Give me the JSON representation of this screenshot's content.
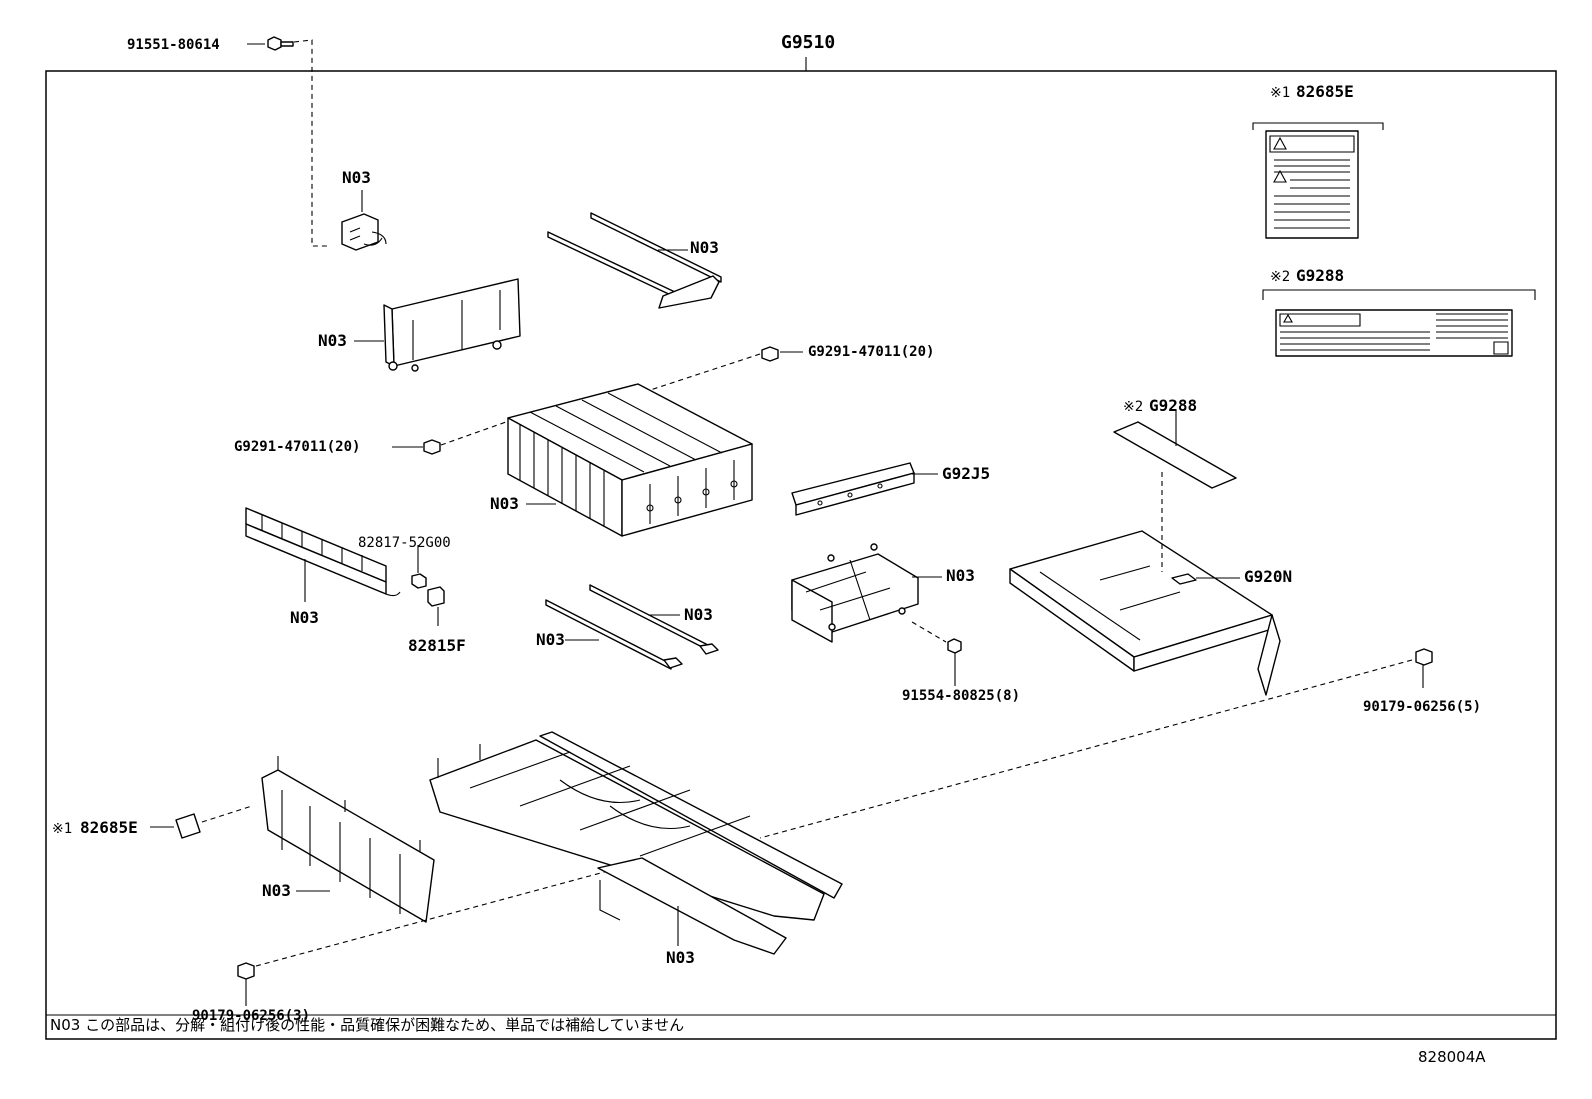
{
  "assembly_label": "G9510",
  "labels": {
    "bolt_top": "91551-80614",
    "n03_clip": "N03",
    "n03_rods_top": "N03",
    "n03_upper_plate": "N03",
    "nut_upper_right": "G9291-47011(20)",
    "nut_left": "G9291-47011(20)",
    "n03_battery_stack": "N03",
    "g92j5": "G92J5",
    "n03_side_bracket": "N03",
    "g920n": "G920N",
    "n03_bus_bar": "N03",
    "connector_82817": "82817-52G00",
    "connector_82815": "82815F",
    "n03_rods_bottom_right": "N03",
    "n03_rods_bottom_left": "N03",
    "bolt_91554": "91554-80825(8)",
    "nut_90179_right": "90179-06256(5)",
    "nut_90179_left": "90179-06256(3)",
    "label_82685e_mark": "※1",
    "label_82685e": "82685E",
    "n03_end_plate": "N03",
    "n03_lower_frame": "N03",
    "g9288_mark": "※2",
    "g9288": "G9288",
    "inset_82685e_mark": "※1",
    "inset_82685e": "82685E",
    "inset_g9288_mark": "※2",
    "inset_g9288": "G9288"
  },
  "footnote": "N03 この部品は、分解・組付け後の性能・品質確保が困難なため、単品では補給していません",
  "diagram_ref": "828004A"
}
